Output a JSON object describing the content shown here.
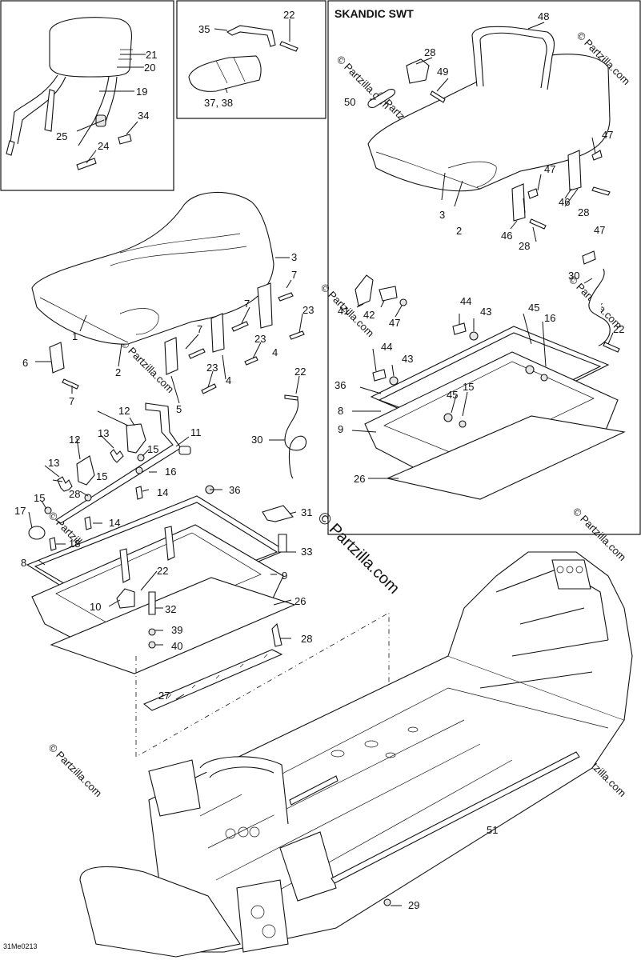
{
  "diagram": {
    "inset_title": "SKANDIC SWT",
    "drawing_code": "31Me0213",
    "watermark_main": "© Partzilla.com",
    "watermark_small": "© Partzilla.com",
    "callouts": [
      {
        "id": "c21",
        "text": "21"
      },
      {
        "id": "c20",
        "text": "20"
      },
      {
        "id": "c19",
        "text": "19"
      },
      {
        "id": "c34",
        "text": "34"
      },
      {
        "id": "c25",
        "text": "25"
      },
      {
        "id": "c24",
        "text": "24"
      },
      {
        "id": "c35",
        "text": "35"
      },
      {
        "id": "c22a",
        "text": "22"
      },
      {
        "id": "c3738",
        "text": "37, 38"
      },
      {
        "id": "c48",
        "text": "48"
      },
      {
        "id": "c28a",
        "text": "28"
      },
      {
        "id": "c49",
        "text": "49"
      },
      {
        "id": "c50",
        "text": "50"
      },
      {
        "id": "c47a",
        "text": "47"
      },
      {
        "id": "c47b",
        "text": "47"
      },
      {
        "id": "c46a",
        "text": "46"
      },
      {
        "id": "c28b",
        "text": "28"
      },
      {
        "id": "c3a",
        "text": "3"
      },
      {
        "id": "c2a",
        "text": "2"
      },
      {
        "id": "c46b",
        "text": "46"
      },
      {
        "id": "c28c",
        "text": "28"
      },
      {
        "id": "c47c",
        "text": "47"
      },
      {
        "id": "c30a",
        "text": "30"
      },
      {
        "id": "c41",
        "text": "41"
      },
      {
        "id": "c42",
        "text": "42"
      },
      {
        "id": "c47d",
        "text": "47"
      },
      {
        "id": "c44a",
        "text": "44"
      },
      {
        "id": "c43a",
        "text": "43"
      },
      {
        "id": "c45a",
        "text": "45"
      },
      {
        "id": "c16a",
        "text": "16"
      },
      {
        "id": "c22b",
        "text": "22"
      },
      {
        "id": "c44b",
        "text": "44"
      },
      {
        "id": "c43b",
        "text": "43"
      },
      {
        "id": "c36a",
        "text": "36"
      },
      {
        "id": "c15a",
        "text": "15"
      },
      {
        "id": "c45b",
        "text": "45"
      },
      {
        "id": "c8a",
        "text": "8"
      },
      {
        "id": "c9a",
        "text": "9"
      },
      {
        "id": "c26a",
        "text": "26"
      },
      {
        "id": "c3b",
        "text": "3"
      },
      {
        "id": "c7a",
        "text": "7"
      },
      {
        "id": "c7b",
        "text": "7"
      },
      {
        "id": "c23a",
        "text": "23"
      },
      {
        "id": "c1",
        "text": "1"
      },
      {
        "id": "c7c",
        "text": "7"
      },
      {
        "id": "c23b",
        "text": "23"
      },
      {
        "id": "c4a",
        "text": "4"
      },
      {
        "id": "c6",
        "text": "6"
      },
      {
        "id": "c2b",
        "text": "2"
      },
      {
        "id": "c23c",
        "text": "23"
      },
      {
        "id": "c4b",
        "text": "4"
      },
      {
        "id": "c7d",
        "text": "7"
      },
      {
        "id": "c22c",
        "text": "22"
      },
      {
        "id": "c5",
        "text": "5"
      },
      {
        "id": "c12a",
        "text": "12"
      },
      {
        "id": "c11",
        "text": "11"
      },
      {
        "id": "c13a",
        "text": "13"
      },
      {
        "id": "c15b",
        "text": "15"
      },
      {
        "id": "c30b",
        "text": "30"
      },
      {
        "id": "c12b",
        "text": "12"
      },
      {
        "id": "c16b",
        "text": "16"
      },
      {
        "id": "c13b",
        "text": "13"
      },
      {
        "id": "c15c",
        "text": "15"
      },
      {
        "id": "c28d",
        "text": "28"
      },
      {
        "id": "c14a",
        "text": "14"
      },
      {
        "id": "c36b",
        "text": "36"
      },
      {
        "id": "c15d",
        "text": "15"
      },
      {
        "id": "c31",
        "text": "31"
      },
      {
        "id": "c17",
        "text": "17"
      },
      {
        "id": "c14b",
        "text": "14"
      },
      {
        "id": "c18",
        "text": "18"
      },
      {
        "id": "c33",
        "text": "33"
      },
      {
        "id": "c8b",
        "text": "8"
      },
      {
        "id": "c9b",
        "text": "9"
      },
      {
        "id": "c22d",
        "text": "22"
      },
      {
        "id": "c10",
        "text": "10"
      },
      {
        "id": "c32",
        "text": "32"
      },
      {
        "id": "c26b",
        "text": "26"
      },
      {
        "id": "c39",
        "text": "39"
      },
      {
        "id": "c40",
        "text": "40"
      },
      {
        "id": "c28e",
        "text": "28"
      },
      {
        "id": "c27",
        "text": "27"
      },
      {
        "id": "c51",
        "text": "51"
      },
      {
        "id": "c29",
        "text": "29"
      }
    ]
  }
}
